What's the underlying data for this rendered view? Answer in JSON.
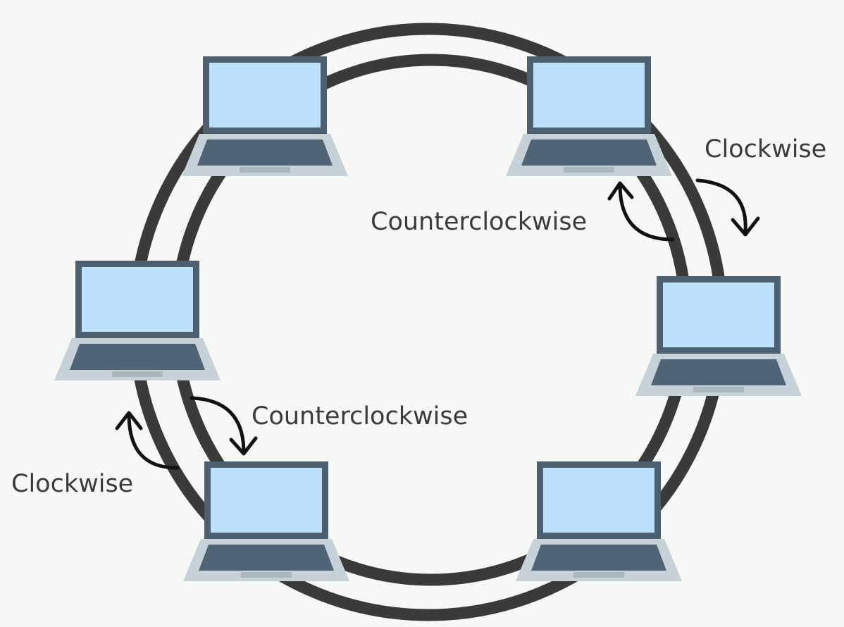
{
  "diagram": {
    "type": "dual ring network topology",
    "node_icon": "laptop-icon",
    "node_count": 6,
    "colors": {
      "background": "#f5f8f4",
      "ring": "#3a3a3a",
      "frame": "#4d6070",
      "screen": "#bde0fa",
      "base": "#c6d2d8",
      "keyboard": "#4f6575",
      "arrow": "#111111",
      "text": "#3b3b3b"
    }
  },
  "labels": {
    "top_right_clockwise": "Clockwise",
    "top_right_counterclockwise": "Counterclockwise",
    "bottom_left_counterclockwise": "Counterclockwise",
    "bottom_left_clockwise": "Clockwise"
  }
}
